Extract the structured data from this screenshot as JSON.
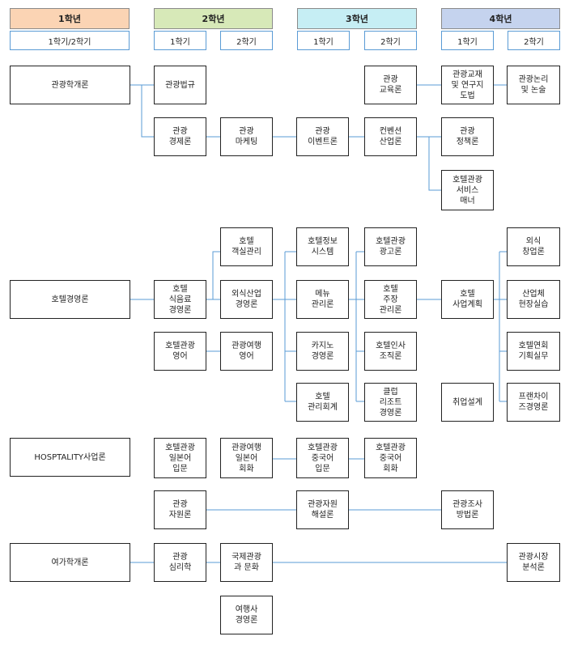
{
  "years": [
    {
      "label": "1학년",
      "color": "#fbd4b4",
      "semesters": [
        "1학기/2학기"
      ]
    },
    {
      "label": "2학년",
      "color": "#d7e9b8",
      "semesters": [
        "1학기",
        "2학기"
      ]
    },
    {
      "label": "3학년",
      "color": "#c6eef4",
      "semesters": [
        "1학기",
        "2학기"
      ]
    },
    {
      "label": "4학년",
      "color": "#c5d3ee",
      "semesters": [
        "1학기",
        "2학기"
      ]
    }
  ],
  "courses": {
    "tourism_intro": "관광학개론",
    "tourism_law": "관광법규",
    "tourism_econ": "관광\n경제론",
    "tourism_marketing": "관광\n마케팅",
    "tourism_event": "관광\n이벤트론",
    "tourism_edu": "관광\n교육론",
    "tourism_teaching": "관광교재\n및 연구지\n도법",
    "tourism_logic": "관광논리\n및 논술",
    "convention": "컨벤션\n산업론",
    "tourism_policy": "관광\n정책론",
    "hotel_service": "호텔관광\n서비스\n매너",
    "hotel_mgmt": "호텔경영론",
    "hotel_room": "호텔\n객실관리",
    "hotel_food": "호텔\n식음료\n경영론",
    "foodservice": "외식산업\n경영론",
    "hotel_info": "호텔정보\n시스템",
    "hotel_ad": "호텔관광\n광고론",
    "menu_mgmt": "메뉴\n관리론",
    "hotel_kitchen": "호텔\n주장\n관리론",
    "hotel_business": "호텔\n사업계획",
    "food_startup": "외식\n창업론",
    "field_practice": "산업체\n현장실습",
    "hotel_english": "호텔관광\n영어",
    "travel_english": "관광여행\n영어",
    "casino": "카지노\n경영론",
    "hotel_hr": "호텔인사\n조직론",
    "banquet": "호텔연회\n기획실무",
    "hotel_accounting": "호텔\n관리회계",
    "club_resort": "클럽\n리조트\n경영론",
    "career": "취업설계",
    "franchise": "프랜차이\n즈경영론",
    "hospitality": "HOSPTALITY사업론",
    "jp_intro": "호텔관광\n일본어\n입문",
    "jp_conv": "관광여행\n일본어\n회화",
    "cn_intro": "호텔관광\n중국어\n입문",
    "cn_conv": "호텔관광\n중국어\n회화",
    "resources": "관광\n자원론",
    "resources_interp": "관광자원\n해설론",
    "research_methods": "관광조사\n방법론",
    "leisure_intro": "여가학개론",
    "psychology": "관광\n심리학",
    "intl_culture": "국제관광\n과 문화",
    "market_analysis": "관광시장\n분석론",
    "travel_agency": "여행사\n경영론"
  }
}
